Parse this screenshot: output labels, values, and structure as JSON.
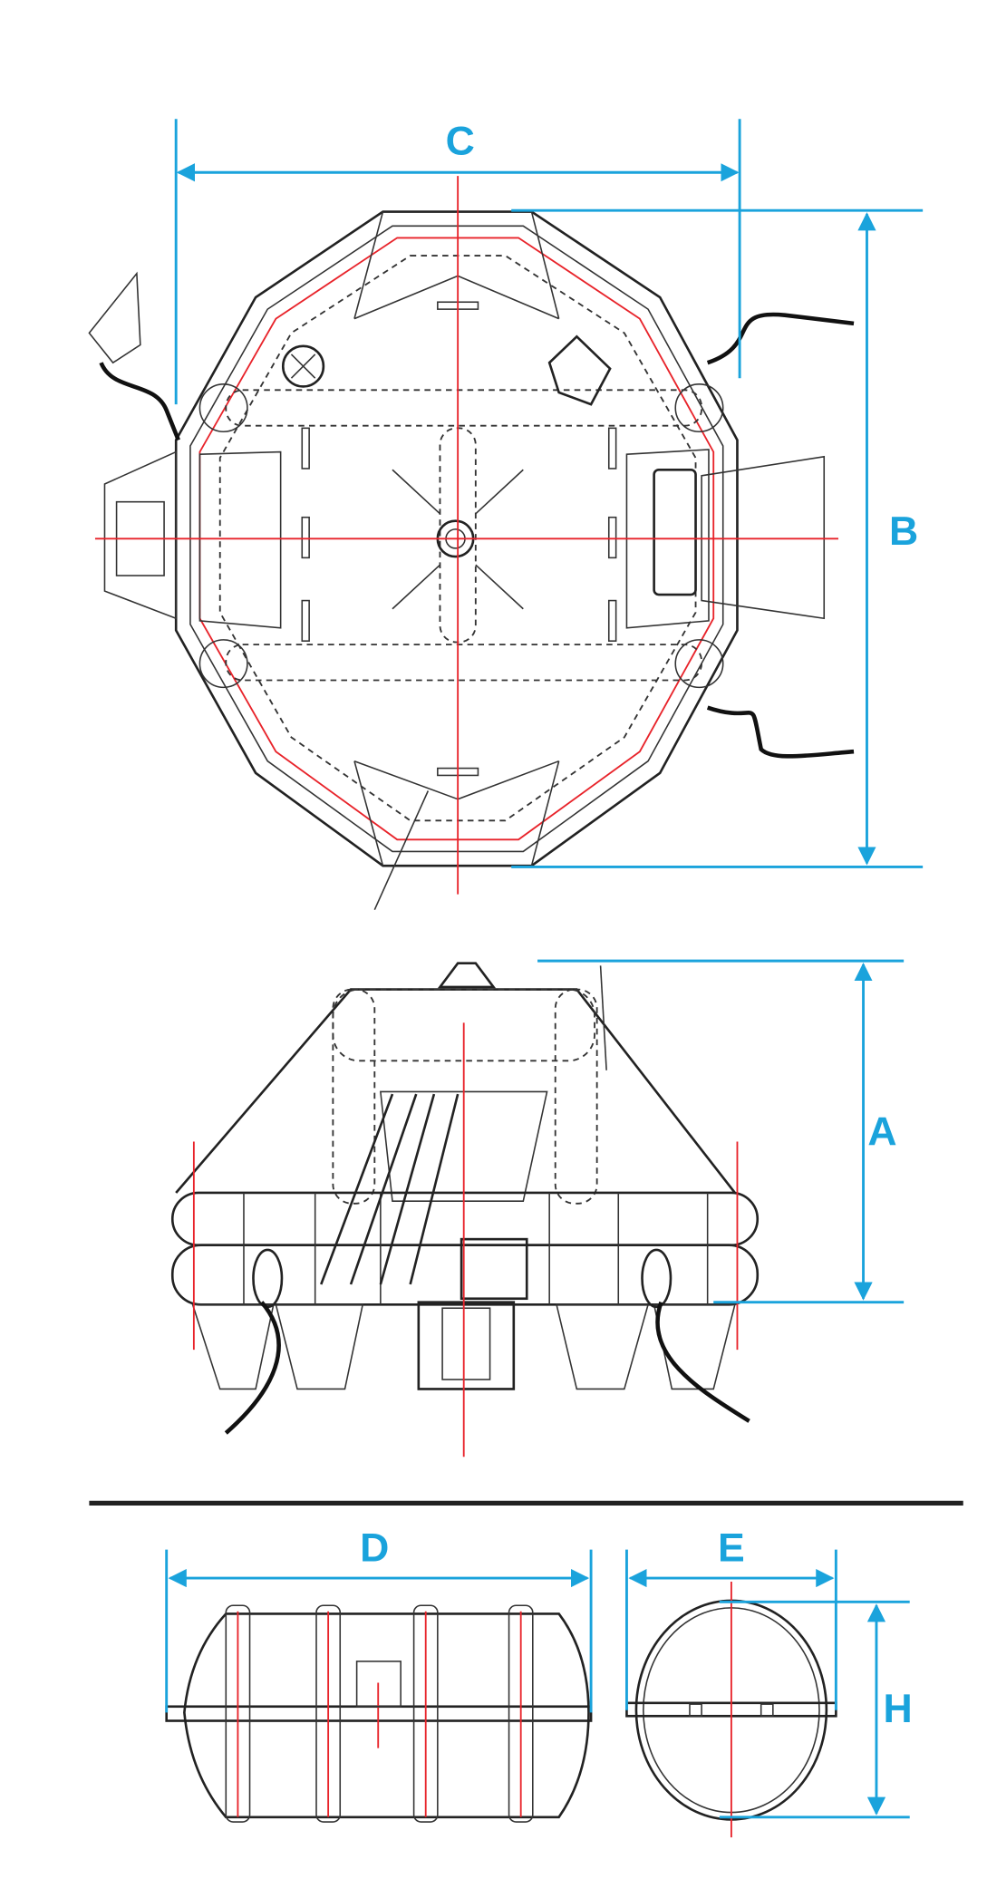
{
  "colors": {
    "dimension": "#1aa3dc",
    "centerline": "#e8232a",
    "outline": "#222222"
  },
  "top_view": {
    "width_label": "C",
    "length_label": "B"
  },
  "side_view": {
    "height_label": "A"
  },
  "container": {
    "length_label": "D",
    "width_label": "E",
    "height_label": "H"
  }
}
